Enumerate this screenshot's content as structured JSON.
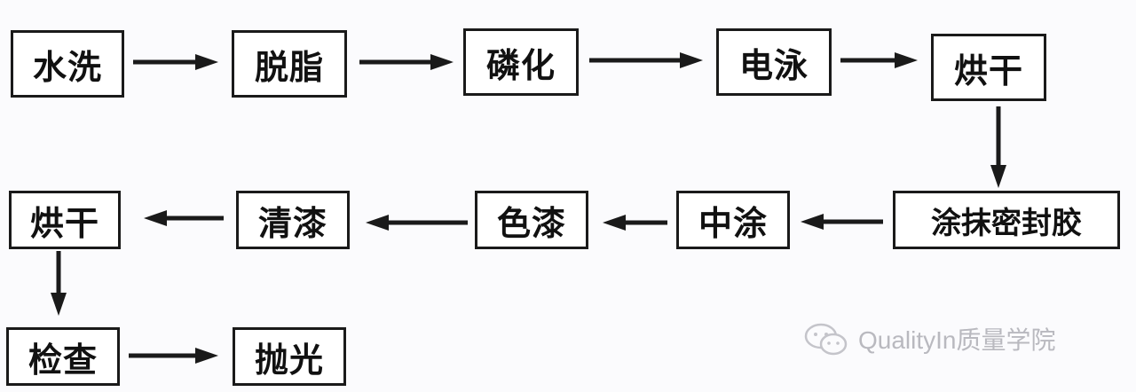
{
  "steps": {
    "s1": "水洗",
    "s2": "脱脂",
    "s3": "磷化",
    "s4": "电泳",
    "s5": "烘干",
    "s6": "涂抹密封胶",
    "s7": "中涂",
    "s8": "色漆",
    "s9": "清漆",
    "s10": "烘干",
    "s11": "检查",
    "s12": "抛光"
  },
  "watermark": {
    "text": "QualityIn质量学院",
    "icon": "wechat-icon"
  },
  "colors": {
    "stroke": "#1a1a1a",
    "box_fill": "#ffffff",
    "watermark": "#b9b9bf"
  }
}
